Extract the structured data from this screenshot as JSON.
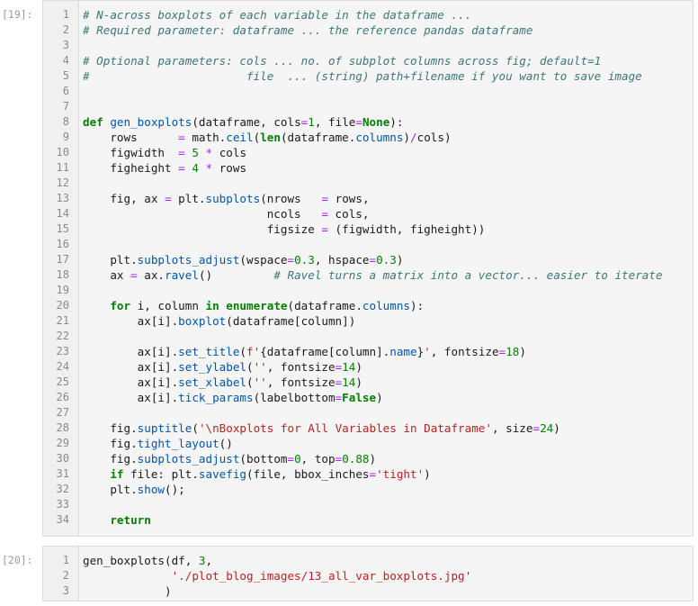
{
  "cells": [
    {
      "prompt": "[19]:",
      "lines": [
        {
          "n": "1",
          "segs": [
            {
              "t": "# N-across boxplots of each variable in the dataframe ...",
              "c": "cm"
            }
          ]
        },
        {
          "n": "2",
          "segs": [
            {
              "t": "# Required parameter: dataframe ... the reference pandas dataframe",
              "c": "cm"
            }
          ]
        },
        {
          "n": "3",
          "segs": []
        },
        {
          "n": "4",
          "segs": [
            {
              "t": "# Optional parameters: cols ... no. of subplot columns across fig; default=1",
              "c": "cm"
            }
          ]
        },
        {
          "n": "5",
          "segs": [
            {
              "t": "#                       file  ... (string) path+filename if you want to save image",
              "c": "cm"
            }
          ]
        },
        {
          "n": "6",
          "segs": []
        },
        {
          "n": "7",
          "segs": []
        },
        {
          "n": "8",
          "segs": [
            {
              "t": "def",
              "c": "kw"
            },
            {
              "t": " "
            },
            {
              "t": "gen_boxplots",
              "c": "fn"
            },
            {
              "t": "(dataframe, cols"
            },
            {
              "t": "=",
              "c": "op"
            },
            {
              "t": "1",
              "c": "nm"
            },
            {
              "t": ", file"
            },
            {
              "t": "=",
              "c": "op"
            },
            {
              "t": "None",
              "c": "kw"
            },
            {
              "t": "):"
            }
          ]
        },
        {
          "n": "9",
          "segs": [
            {
              "t": "    rows      "
            },
            {
              "t": "=",
              "c": "op"
            },
            {
              "t": " math."
            },
            {
              "t": "ceil",
              "c": "fn"
            },
            {
              "t": "("
            },
            {
              "t": "len",
              "c": "kw"
            },
            {
              "t": "(dataframe."
            },
            {
              "t": "columns",
              "c": "fn"
            },
            {
              "t": ")"
            },
            {
              "t": "/",
              "c": "op"
            },
            {
              "t": "cols)"
            }
          ]
        },
        {
          "n": "10",
          "segs": [
            {
              "t": "    figwidth  "
            },
            {
              "t": "=",
              "c": "op"
            },
            {
              "t": " "
            },
            {
              "t": "5",
              "c": "nm"
            },
            {
              "t": " "
            },
            {
              "t": "*",
              "c": "op"
            },
            {
              "t": " cols"
            }
          ]
        },
        {
          "n": "11",
          "segs": [
            {
              "t": "    figheight "
            },
            {
              "t": "=",
              "c": "op"
            },
            {
              "t": " "
            },
            {
              "t": "4",
              "c": "nm"
            },
            {
              "t": " "
            },
            {
              "t": "*",
              "c": "op"
            },
            {
              "t": " rows"
            }
          ]
        },
        {
          "n": "12",
          "segs": []
        },
        {
          "n": "13",
          "segs": [
            {
              "t": "    fig, ax "
            },
            {
              "t": "=",
              "c": "op"
            },
            {
              "t": " plt."
            },
            {
              "t": "subplots",
              "c": "fn"
            },
            {
              "t": "(nrows   "
            },
            {
              "t": "=",
              "c": "op"
            },
            {
              "t": " rows,"
            }
          ]
        },
        {
          "n": "14",
          "segs": [
            {
              "t": "                           ncols   "
            },
            {
              "t": "=",
              "c": "op"
            },
            {
              "t": " cols,"
            }
          ]
        },
        {
          "n": "15",
          "segs": [
            {
              "t": "                           figsize "
            },
            {
              "t": "=",
              "c": "op"
            },
            {
              "t": " (figwidth, figheight))"
            }
          ]
        },
        {
          "n": "16",
          "segs": []
        },
        {
          "n": "17",
          "segs": [
            {
              "t": "    plt."
            },
            {
              "t": "subplots_adjust",
              "c": "fn"
            },
            {
              "t": "(wspace"
            },
            {
              "t": "=",
              "c": "op"
            },
            {
              "t": "0.3",
              "c": "nm"
            },
            {
              "t": ", hspace"
            },
            {
              "t": "=",
              "c": "op"
            },
            {
              "t": "0.3",
              "c": "nm"
            },
            {
              "t": ")"
            }
          ]
        },
        {
          "n": "18",
          "segs": [
            {
              "t": "    ax "
            },
            {
              "t": "=",
              "c": "op"
            },
            {
              "t": " ax."
            },
            {
              "t": "ravel",
              "c": "fn"
            },
            {
              "t": "()         "
            },
            {
              "t": "# Ravel turns a matrix into a vector... easier to iterate",
              "c": "cm"
            }
          ]
        },
        {
          "n": "19",
          "segs": []
        },
        {
          "n": "20",
          "segs": [
            {
              "t": "    "
            },
            {
              "t": "for",
              "c": "kw"
            },
            {
              "t": " i, column "
            },
            {
              "t": "in",
              "c": "kw"
            },
            {
              "t": " "
            },
            {
              "t": "enumerate",
              "c": "kw"
            },
            {
              "t": "(dataframe."
            },
            {
              "t": "columns",
              "c": "fn"
            },
            {
              "t": "):"
            }
          ]
        },
        {
          "n": "21",
          "segs": [
            {
              "t": "        ax[i]."
            },
            {
              "t": "boxplot",
              "c": "fn"
            },
            {
              "t": "(dataframe[column])"
            }
          ]
        },
        {
          "n": "22",
          "segs": []
        },
        {
          "n": "23",
          "segs": [
            {
              "t": "        ax[i]."
            },
            {
              "t": "set_title",
              "c": "fn"
            },
            {
              "t": "("
            },
            {
              "t": "f'",
              "c": "st"
            },
            {
              "t": "{dataframe[column]."
            },
            {
              "t": "name",
              "c": "fn"
            },
            {
              "t": "}"
            },
            {
              "t": "'",
              "c": "st"
            },
            {
              "t": ", fontsize"
            },
            {
              "t": "=",
              "c": "op"
            },
            {
              "t": "18",
              "c": "nm"
            },
            {
              "t": ")"
            }
          ]
        },
        {
          "n": "24",
          "segs": [
            {
              "t": "        ax[i]."
            },
            {
              "t": "set_ylabel",
              "c": "fn"
            },
            {
              "t": "("
            },
            {
              "t": "''",
              "c": "st"
            },
            {
              "t": ", fontsize"
            },
            {
              "t": "=",
              "c": "op"
            },
            {
              "t": "14",
              "c": "nm"
            },
            {
              "t": ")"
            }
          ]
        },
        {
          "n": "25",
          "segs": [
            {
              "t": "        ax[i]."
            },
            {
              "t": "set_xlabel",
              "c": "fn"
            },
            {
              "t": "("
            },
            {
              "t": "''",
              "c": "st"
            },
            {
              "t": ", fontsize"
            },
            {
              "t": "=",
              "c": "op"
            },
            {
              "t": "14",
              "c": "nm"
            },
            {
              "t": ")"
            }
          ]
        },
        {
          "n": "26",
          "segs": [
            {
              "t": "        ax[i]."
            },
            {
              "t": "tick_params",
              "c": "fn"
            },
            {
              "t": "(labelbottom"
            },
            {
              "t": "=",
              "c": "op"
            },
            {
              "t": "False",
              "c": "kw"
            },
            {
              "t": ")"
            }
          ]
        },
        {
          "n": "27",
          "segs": []
        },
        {
          "n": "28",
          "segs": [
            {
              "t": "    fig."
            },
            {
              "t": "suptitle",
              "c": "fn"
            },
            {
              "t": "("
            },
            {
              "t": "'\\nBoxplots for All Variables in Dataframe'",
              "c": "st"
            },
            {
              "t": ", size"
            },
            {
              "t": "=",
              "c": "op"
            },
            {
              "t": "24",
              "c": "nm"
            },
            {
              "t": ")"
            }
          ]
        },
        {
          "n": "29",
          "segs": [
            {
              "t": "    fig."
            },
            {
              "t": "tight_layout",
              "c": "fn"
            },
            {
              "t": "()"
            }
          ]
        },
        {
          "n": "30",
          "segs": [
            {
              "t": "    fig."
            },
            {
              "t": "subplots_adjust",
              "c": "fn"
            },
            {
              "t": "(bottom"
            },
            {
              "t": "=",
              "c": "op"
            },
            {
              "t": "0",
              "c": "nm"
            },
            {
              "t": ", top"
            },
            {
              "t": "=",
              "c": "op"
            },
            {
              "t": "0.88",
              "c": "nm"
            },
            {
              "t": ")"
            }
          ]
        },
        {
          "n": "31",
          "segs": [
            {
              "t": "    "
            },
            {
              "t": "if",
              "c": "kw"
            },
            {
              "t": " file: plt."
            },
            {
              "t": "savefig",
              "c": "fn"
            },
            {
              "t": "(file, bbox_inches"
            },
            {
              "t": "=",
              "c": "op"
            },
            {
              "t": "'tight'",
              "c": "st"
            },
            {
              "t": ")"
            }
          ]
        },
        {
          "n": "32",
          "segs": [
            {
              "t": "    plt."
            },
            {
              "t": "show",
              "c": "fn"
            },
            {
              "t": "();"
            }
          ]
        },
        {
          "n": "33",
          "segs": []
        },
        {
          "n": "34",
          "segs": [
            {
              "t": "    "
            },
            {
              "t": "return",
              "c": "kw"
            }
          ]
        }
      ]
    },
    {
      "prompt": "[20]:",
      "lines": [
        {
          "n": "1",
          "segs": [
            {
              "t": "gen_boxplots(df, "
            },
            {
              "t": "3",
              "c": "nm"
            },
            {
              "t": ","
            }
          ]
        },
        {
          "n": "2",
          "segs": [
            {
              "t": "             "
            },
            {
              "t": "'./plot_blog_images/13_all_var_boxplots.jpg'",
              "c": "st"
            }
          ]
        },
        {
          "n": "3",
          "segs": [
            {
              "t": "            )"
            }
          ]
        }
      ]
    }
  ]
}
